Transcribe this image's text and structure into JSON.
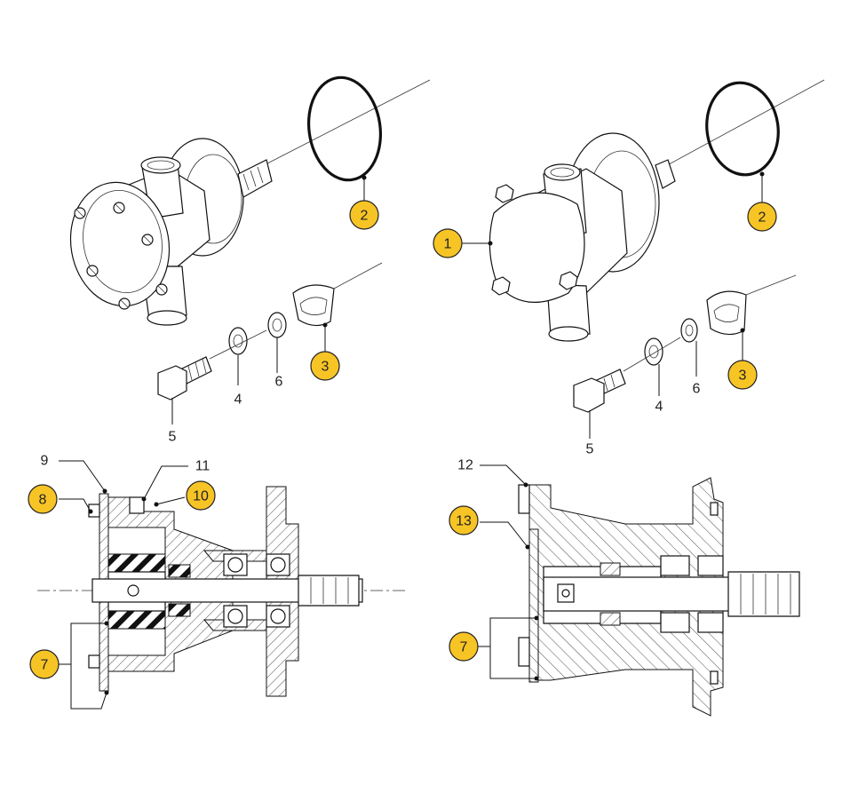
{
  "colors": {
    "callout_fill": "#F7C426",
    "line": "#111111"
  },
  "callouts": {
    "c1": "1",
    "c2a": "2",
    "c2b": "2",
    "c3a": "3",
    "c3b": "3",
    "c7a": "7",
    "c7b": "7",
    "c8": "8",
    "c10": "10",
    "c13": "13"
  },
  "labels": {
    "l4a": "4",
    "l6a": "6",
    "l5a": "5",
    "l4b": "4",
    "l6b": "6",
    "l5b": "5",
    "l9": "9",
    "l11": "11",
    "l12": "12"
  }
}
